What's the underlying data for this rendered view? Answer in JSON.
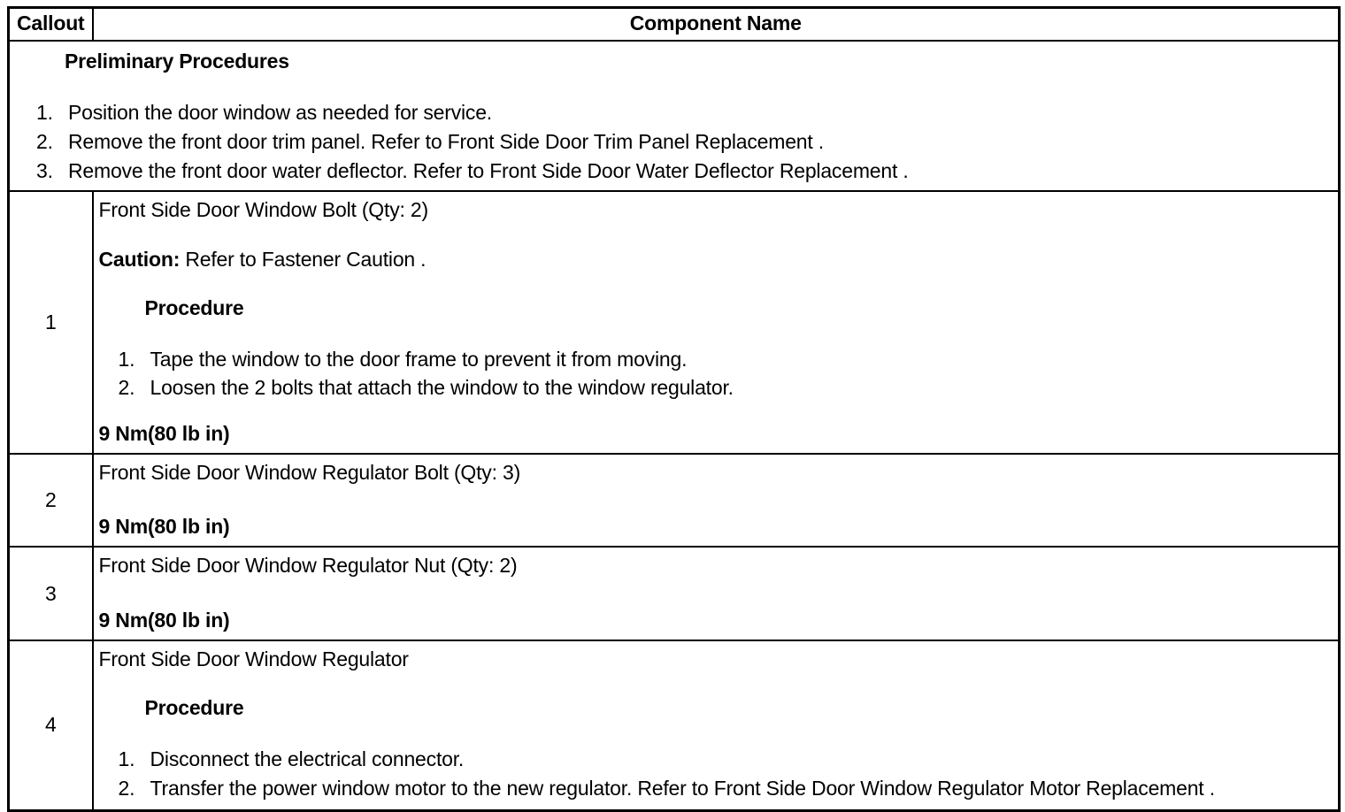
{
  "table": {
    "columns": {
      "callout": "Callout",
      "component_name": "Component Name"
    },
    "preliminary": {
      "heading": "Preliminary Procedures",
      "steps": [
        {
          "marker": "1.",
          "text": "Position the door window as needed for service."
        },
        {
          "marker": "2.",
          "text": "Remove the front door trim panel. Refer to Front Side Door Trim Panel Replacement ."
        },
        {
          "marker": "3.",
          "text": "Remove the front door water deflector. Refer to Front Side Door Water Deflector Replacement ."
        }
      ]
    },
    "rows": [
      {
        "callout": "1",
        "component": "Front Side Door Window Bolt (Qty: 2)",
        "caution_label": "Caution:",
        "caution_text": " Refer to Fastener Caution .",
        "procedure_heading": "Procedure",
        "steps": [
          {
            "marker": "1.",
            "text": "Tape the window to the door frame to prevent it from moving."
          },
          {
            "marker": "2.",
            "text": "Loosen the 2 bolts that attach the window to the window regulator."
          }
        ],
        "torque": "9 Nm(80 lb in)"
      },
      {
        "callout": "2",
        "component": "Front Side Door Window Regulator Bolt (Qty: 3)",
        "torque": "9 Nm(80 lb in)"
      },
      {
        "callout": "3",
        "component": "Front Side Door Window Regulator Nut (Qty: 2)",
        "torque": "9 Nm(80 lb in)"
      },
      {
        "callout": "4",
        "component": "Front Side Door Window Regulator",
        "procedure_heading": "Procedure",
        "steps": [
          {
            "marker": "1.",
            "text": "Disconnect the electrical connector."
          },
          {
            "marker": "2.",
            "text": "Transfer the power window motor to the new regulator. Refer to Front Side Door Window Regulator Motor Replacement ."
          }
        ]
      }
    ]
  },
  "colors": {
    "border": "#000000",
    "text": "#000000",
    "background": "#ffffff"
  }
}
